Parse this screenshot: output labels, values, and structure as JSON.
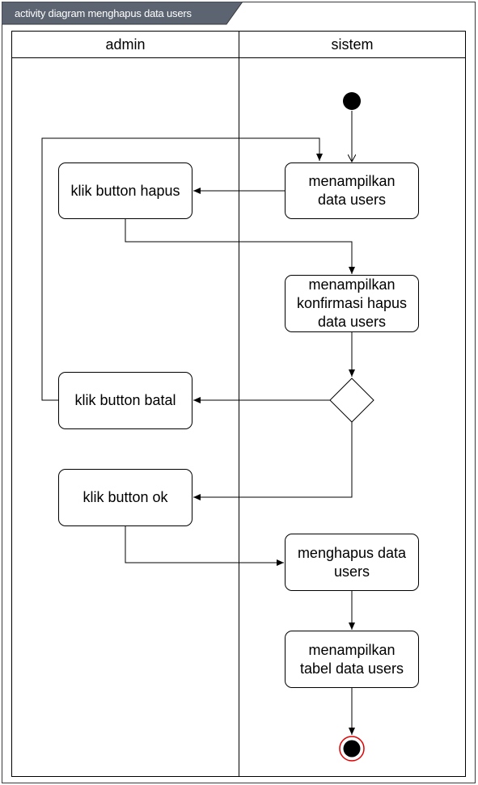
{
  "title": "activity diagram menghapus data users",
  "colors": {
    "title_tab": "#5b6470",
    "border": "#000000",
    "final_ring": "#e00000"
  },
  "lanes": {
    "left": "admin",
    "right": "sistem"
  },
  "nodes": {
    "tampil_data": "menampilkan\ndata users",
    "klik_hapus": "klik button hapus",
    "konfirmasi": "menampilkan\nkonfirmasi hapus\ndata users",
    "klik_batal": "klik button batal",
    "klik_ok": "klik button ok",
    "hapus_data": "menghapus data\nusers",
    "tampil_tabel": "menampilkan\ntabel data users"
  },
  "icons": {
    "start": "initial-node-icon",
    "decision": "decision-diamond-icon",
    "end": "final-node-icon"
  }
}
